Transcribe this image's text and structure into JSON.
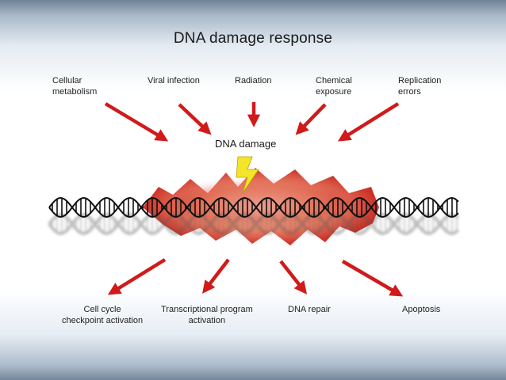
{
  "title": "DNA damage response",
  "center_label": "DNA damage",
  "causes": [
    {
      "line1": "Cellular",
      "line2": "metabolism"
    },
    {
      "line1": "Viral infection",
      "line2": ""
    },
    {
      "line1": "Radiation",
      "line2": ""
    },
    {
      "line1": "Chemical",
      "line2": "exposure"
    },
    {
      "line1": "Replication",
      "line2": "errors"
    }
  ],
  "effects": [
    {
      "line1": "Cell cycle",
      "line2": "checkpoint activation"
    },
    {
      "line1": "Transcriptional program",
      "line2": "activation"
    },
    {
      "line1": "DNA repair",
      "line2": ""
    },
    {
      "line1": "Apoptosis",
      "line2": ""
    }
  ],
  "colors": {
    "arrow": "#d11a1a",
    "helix": "#111111",
    "burst": "#e0523c",
    "bolt": "#f5e52a"
  }
}
